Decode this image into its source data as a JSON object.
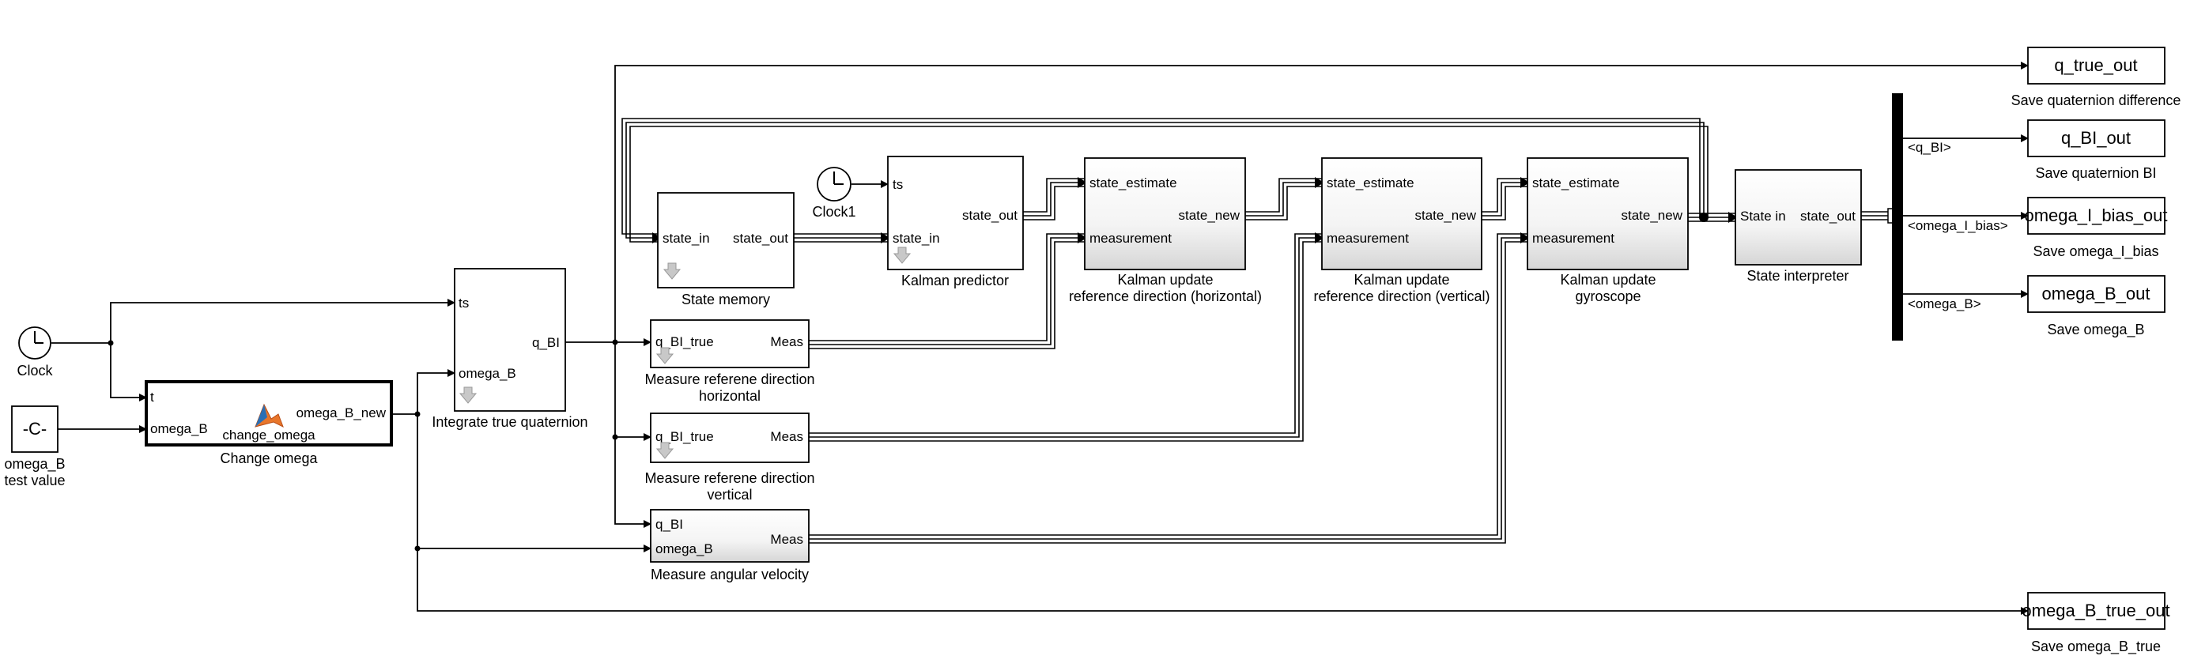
{
  "blocks": {
    "clock": {
      "label": "Clock"
    },
    "const": {
      "symbol": "-C-",
      "label1": "omega_B",
      "label2": "test value"
    },
    "change_omega": {
      "in_t": "t",
      "in_omega": "omega_B",
      "out": "omega_B_new",
      "fn": "change_omega",
      "label": "Change omega"
    },
    "integrate": {
      "in_ts": "ts",
      "in_omega": "omega_B",
      "out": "q_BI",
      "label": "Integrate true quaternion"
    },
    "state_memory": {
      "in": "state_in",
      "out": "state_out",
      "label": "State memory"
    },
    "clock1": {
      "label": "Clock1"
    },
    "predictor": {
      "in_ts": "ts",
      "in_state": "state_in",
      "out": "state_out",
      "label": "Kalman predictor"
    },
    "upd_h": {
      "in_est": "state_estimate",
      "in_meas": "measurement",
      "out": "state_new",
      "label1": "Kalman update",
      "label2": "reference direction (horizontal)"
    },
    "upd_v": {
      "in_est": "state_estimate",
      "in_meas": "measurement",
      "out": "state_new",
      "label1": "Kalman update",
      "label2": "reference direction (vertical)"
    },
    "upd_g": {
      "in_est": "state_estimate",
      "in_meas": "measurement",
      "out": "state_new",
      "label1": "Kalman update",
      "label2": "gyroscope"
    },
    "meas_h": {
      "in": "q_BI_true",
      "out": "Meas",
      "label1": "Measure referene direction",
      "label2": "horizontal"
    },
    "meas_v": {
      "in": "q_BI_true",
      "out": "Meas",
      "label1": "Measure referene direction",
      "label2": "vertical"
    },
    "meas_w": {
      "in_q": "q_BI",
      "in_omega": "omega_B",
      "out": "Meas",
      "label": "Measure angular velocity"
    },
    "interpreter": {
      "in": "State in",
      "out": "state_out",
      "label": "State interpreter"
    },
    "sig_qbi": "<q_BI>",
    "sig_bias": "<omega_I_bias>",
    "sig_omega": "<omega_B>",
    "out_qtrue": {
      "name": "q_true_out",
      "label": "Save quaternion difference"
    },
    "out_qbi": {
      "name": "q_BI_out",
      "label": "Save quaternion BI"
    },
    "out_bias": {
      "name": "omega_I_bias_out",
      "label": "Save omega_I_bias"
    },
    "out_omega": {
      "name": "omega_B_out",
      "label": "Save omega_B"
    },
    "out_omegatrue": {
      "name": "omega_B_true_out",
      "label": "Save omega_B_true"
    }
  }
}
